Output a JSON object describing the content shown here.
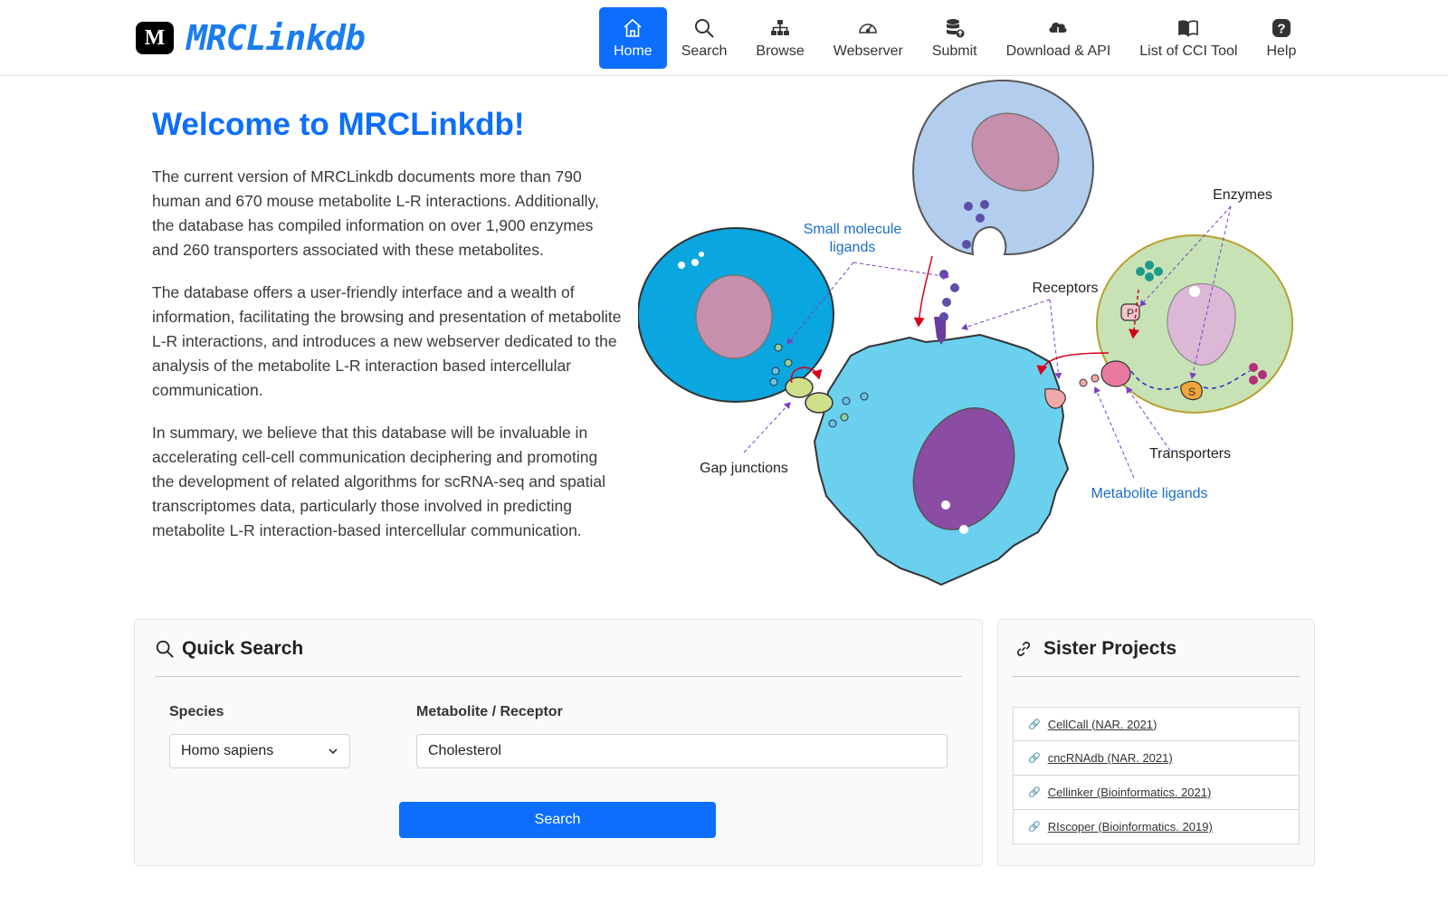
{
  "brand": {
    "logo_letter": "M",
    "name": "MRCLinkdb"
  },
  "nav": [
    {
      "label": "Home",
      "icon": "home-icon",
      "active": true
    },
    {
      "label": "Search",
      "icon": "search-icon"
    },
    {
      "label": "Browse",
      "icon": "sitemap-icon"
    },
    {
      "label": "Webserver",
      "icon": "speedometer-icon"
    },
    {
      "label": "Submit",
      "icon": "database-upload-icon"
    },
    {
      "label": "Download & API",
      "icon": "cloud-download-icon"
    },
    {
      "label": "List of CCI Tool",
      "icon": "book-icon"
    },
    {
      "label": "Help",
      "icon": "question-icon"
    }
  ],
  "hero": {
    "title": "Welcome to MRCLinkdb!",
    "paragraphs": [
      "The current version of MRCLinkdb documents more than 790 human and 670 mouse metabolite L-R interactions. Additionally, the database has compiled information on over 1,900 enzymes and 260 transporters associated with these metabolites.",
      "The database offers a user-friendly interface and a wealth of information, facilitating the browsing and presentation of metabolite L-R interactions, and introduces a new webserver dedicated to the analysis of the metabolite L-R interaction based intercellular communication.",
      "In summary, we believe that this database will be invaluable in accelerating cell-cell communication deciphering and promoting the development of related algorithms for scRNA-seq and spatial transcriptomes data, particularly those involved in predicting metabolite L-R interaction-based intercellular communication."
    ]
  },
  "figure": {
    "labels": {
      "small_molecule_1": "Small molecule",
      "small_molecule_2": "ligands",
      "enzymes": "Enzymes",
      "receptors": "Receptors",
      "gap_junctions": "Gap junctions",
      "transporters": "Transporters",
      "metabolite_ligands": "Metabolite ligands",
      "p_mark": "P",
      "s_mark": "S"
    },
    "colors": {
      "blue_label": "#1a6fc4",
      "arrow": "#7b3fc4",
      "red_arrow": "#d6001c"
    }
  },
  "quick_search": {
    "title": "Quick Search",
    "species_label": "Species",
    "species_value": "Homo sapiens",
    "metabolite_label": "Metabolite / Receptor",
    "metabolite_value": "Cholesterol",
    "button": "Search"
  },
  "sister": {
    "title": "Sister Projects",
    "links": [
      "CellCall (NAR. 2021)",
      "cncRNAdb (NAR. 2021)",
      "Cellinker (Bioinformatics. 2021)",
      "RIscoper (Bioinformatics. 2019)"
    ]
  },
  "colors": {
    "accent": "#0d6efd",
    "brand": "#1a7cf0"
  }
}
